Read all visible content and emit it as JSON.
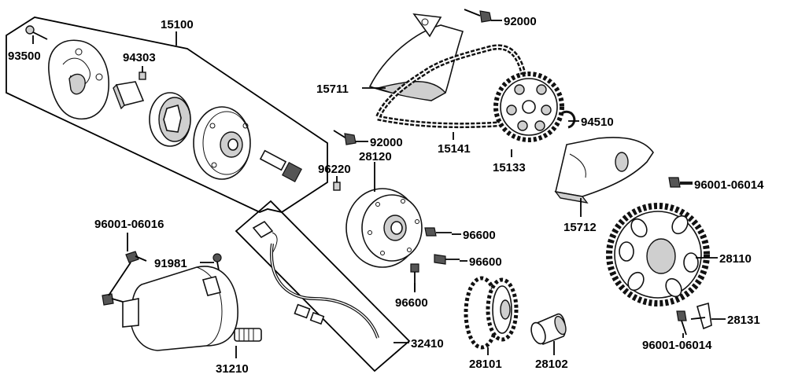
{
  "labels": {
    "p15100": "15100",
    "p93500": "93500",
    "p94303": "94303",
    "p92000_top": "92000",
    "p15711": "15711",
    "p92000_mid": "92000",
    "p15141": "15141",
    "p15133": "15133",
    "p94510": "94510",
    "p96220": "96220",
    "p28120": "28120",
    "p96001_06014_right": "96001-06014",
    "p15712": "15712",
    "p96001_06016": "96001-06016",
    "p91981": "91981",
    "p96600_a": "96600",
    "p96600_b": "96600",
    "p96600_c": "96600",
    "p28110": "28110",
    "p28131": "28131",
    "p32410": "32410",
    "p28101": "28101",
    "p28102": "28102",
    "p96001_06014_bottom": "96001-06014",
    "p31210": "31210"
  }
}
